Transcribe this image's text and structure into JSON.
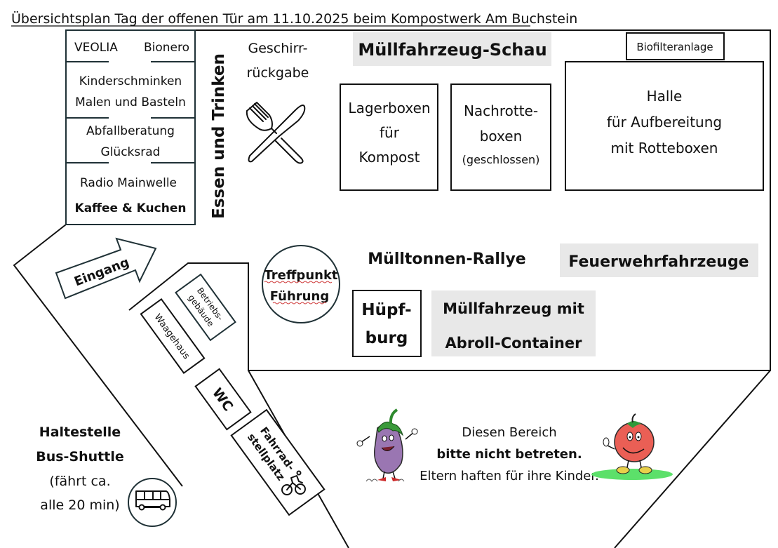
{
  "title": "Übersichtsplan Tag der offenen Tür am 11.10.2025 beim Kompostwerk Am Buchstein",
  "stands": {
    "veolia": "VEOLIA",
    "bionero": "Bionero",
    "kinder_line1": "Kinderschminken",
    "kinder_line2": "Malen und Basteln",
    "abfall_line1": "Abfallberatung",
    "abfall_line2": "Glücksrad",
    "radio": "Radio Mainwelle",
    "kaffee": "Kaffee & Kuchen"
  },
  "essen_trinken": "Essen und Trinken",
  "geschirr": {
    "line1": "Geschirr-",
    "line2": "rückgabe",
    "icon": "cutlery-icon"
  },
  "muellfahrzeug_schau": "Müllfahrzeug-Schau",
  "biofilter": "Biofilteranlage",
  "lagerboxen": {
    "line1": "Lagerboxen",
    "line2": "für",
    "line3": "Kompost"
  },
  "nachrotte": {
    "line1": "Nachrotte-",
    "line2": "boxen",
    "line3": "(geschlossen)"
  },
  "halle": {
    "line1": "Halle",
    "line2": "für Aufbereitung",
    "line3": "mit Rotteboxen"
  },
  "eingang": "Eingang",
  "treffpunkt": {
    "line1": "Treffpunkt",
    "line2": "Führung"
  },
  "muelltonnen_rallye": "Mülltonnen-Rallye",
  "feuerwehr": "Feuerwehrfahrzeuge",
  "huepfburg": {
    "line1": "Hüpf-",
    "line2": "burg"
  },
  "abroll": {
    "line1": "Müllfahrzeug mit",
    "line2": "Abroll-Container"
  },
  "betriebsgebaeude": {
    "line1": "Betriebs-",
    "line2": "gebäude"
  },
  "waagehaus": "Waagehaus",
  "wc": "WC",
  "fahrrad": {
    "line1": "Fahrrad-",
    "line2": "stellplatz",
    "icon": "bicycle-icon"
  },
  "haltestelle": {
    "line1": "Haltestelle",
    "line2": "Bus-Shuttle",
    "line3": "(fährt ca.",
    "line4": "alle 20 min)",
    "icon": "bus-icon"
  },
  "warning": {
    "line1": "Diesen Bereich",
    "line2": "bitte nicht betreten.",
    "line3": "Eltern haften für ihre Kinder."
  },
  "mascots": [
    "eggplant-mascot",
    "tomato-mascot"
  ],
  "colors": {
    "highlight": "#e8e8e8",
    "line": "#111111",
    "dark_line": "#1f3136"
  }
}
